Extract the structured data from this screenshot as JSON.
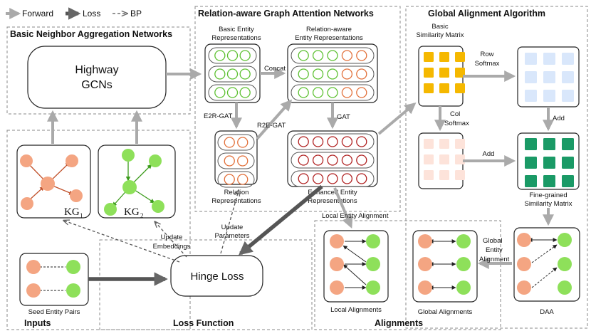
{
  "legend": {
    "forward": "Forward",
    "loss": "Loss",
    "bp": "BP"
  },
  "modules": {
    "basic_neighbor": "Basic Neighbor Aggregation Networks",
    "rgat": "Relation-aware Graph Attention Networks",
    "global_alignment": "Global Alignment Algorithm",
    "inputs": "Inputs",
    "loss_function": "Loss Function",
    "alignments": "Alignments"
  },
  "nodes": {
    "highway_1": "Highway",
    "highway_2": "GCNs",
    "kg1": "KG",
    "kg1_sub": "1",
    "kg2": "KG",
    "kg2_sub": "2",
    "hinge_loss": "Hinge Loss",
    "seed_pairs": "Seed Entity Pairs",
    "basic_entity_1": "Basic Entity",
    "basic_entity_2": "Representations",
    "rel_aware_1": "Relation-aware",
    "rel_aware_2": "Entity Representations",
    "relation_rep_1": "Relation",
    "relation_rep_2": "Representations",
    "enhanced_1": "Enhanced Entity",
    "enhanced_2": "Representations",
    "basic_sim_1": "Basic",
    "basic_sim_2": "Similarity Matrix",
    "fine_1": "Fine-grained",
    "fine_2": "Similarity Matrix",
    "daa": "DAA",
    "local_alignments": "Local Alignments",
    "global_alignments": "Global Alignments"
  },
  "edge_labels": {
    "concat": "Concat",
    "e2r": "E2R-GAT",
    "r2e": "R2E-GAT",
    "gat": "GAT",
    "row_1": "Row",
    "row_2": "Softmax",
    "col_1": "Col",
    "col_2": "Softmax",
    "add_1": "Add",
    "add_2": "Add",
    "update_emb_1": "Update",
    "update_emb_2": "Embeddings",
    "update_par_1": "Update",
    "update_par_2": "Parameters",
    "local_entity_alignment": "Local Entity Alignment",
    "global_ea_1": "Global",
    "global_ea_2": "Entity",
    "global_ea_3": "Alignment"
  },
  "colors": {
    "orange": "#f4a582",
    "green": "#8ee05a",
    "matrix_orange": "#f5b800",
    "matrix_light_blue": "#d9e7fb",
    "matrix_light_pink": "#fde3da",
    "matrix_green": "#1a9a66",
    "forward_arrow": "#aaaaaa",
    "loss_arrow": "#666666"
  }
}
